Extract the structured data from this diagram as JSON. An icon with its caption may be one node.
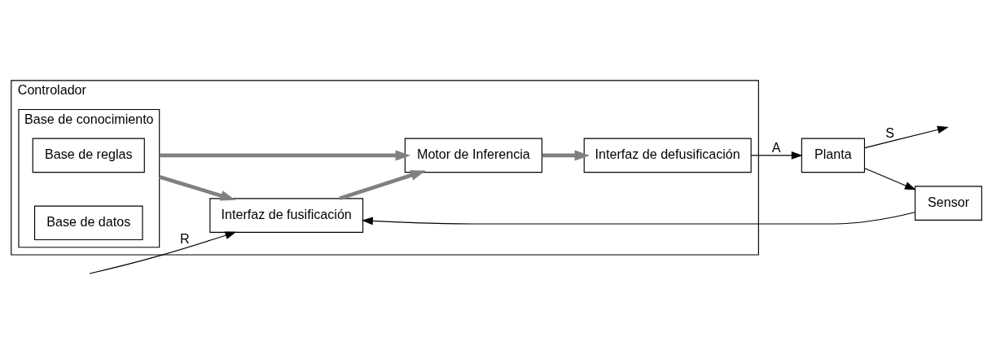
{
  "diagram": {
    "nodes": [
      {
        "text": [
          "Controlador"
        ]
      },
      {
        "text": [
          "Base de conocimiento"
        ],
        "in": 0
      },
      {
        "text": [
          "Base de reglas"
        ],
        "in": 1
      },
      {
        "text": [
          "Base de datos"
        ],
        "in": 1
      },
      {
        "text": [
          "Interfaz de fusificación"
        ],
        "in": 0
      },
      {
        "text": [
          "Motor de Inferencia"
        ],
        "in": 0
      },
      {
        "text": [
          "Interfaz de defusificación"
        ],
        "in": 0
      },
      {
        "text": [
          "Planta"
        ]
      },
      {
        "text": [
          "Sensor"
        ]
      }
    ],
    "edges": [
      {
        "from": null,
        "to": 4,
        "arrow": "to",
        "label": "R"
      },
      {
        "from": 8,
        "to": 4,
        "arrow": "to"
      },
      {
        "from": 1,
        "to": 4,
        "arrow": "to",
        "style": "thick",
        "color": "#808080"
      },
      {
        "from": 1,
        "to": 5,
        "arrow": "to",
        "style": "thick",
        "color": "#808080"
      },
      {
        "from": 4,
        "to": 5,
        "arrow": "to",
        "style": "thick",
        "color": "#808080"
      },
      {
        "from": 5,
        "to": 6,
        "arrow": "to",
        "style": "thick",
        "color": "#808080"
      },
      {
        "from": 6,
        "to": 7,
        "arrow": "to",
        "label": "A"
      },
      {
        "from": 7,
        "to": null,
        "arrow": "to",
        "label": "S"
      },
      {
        "from": 7,
        "to": 8,
        "arrow": "to"
      }
    ]
  }
}
